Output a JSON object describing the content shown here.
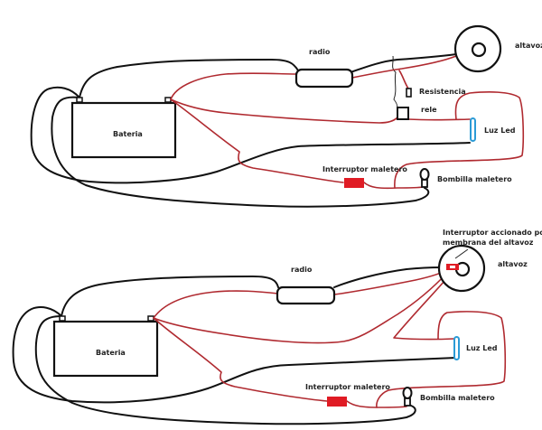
{
  "diagrams": [
    {
      "id": "original",
      "labels": {
        "battery": "Bateria",
        "radio": "radio",
        "speaker": "altavoz",
        "resistor": "Resistencia",
        "relay": "rele",
        "led": "Luz Led",
        "trunk_switch": "Interruptor maletero",
        "trunk_bulb": "Bombilla maletero"
      }
    },
    {
      "id": "modified",
      "labels": {
        "battery": "Bateria",
        "radio": "radio",
        "speaker": "altavoz",
        "membrane_switch_line1": "Interruptor accionado por la",
        "membrane_switch_line2": "membrana del altavoz",
        "led": "Luz Led",
        "trunk_switch": "Interruptor maletero",
        "trunk_bulb": "Bombilla maletero"
      }
    }
  ],
  "colors": {
    "positive_wire": "#b02a30",
    "negative_wire": "#111111",
    "switch_fill": "#e01b24",
    "led_stroke": "#2b9bd6"
  }
}
